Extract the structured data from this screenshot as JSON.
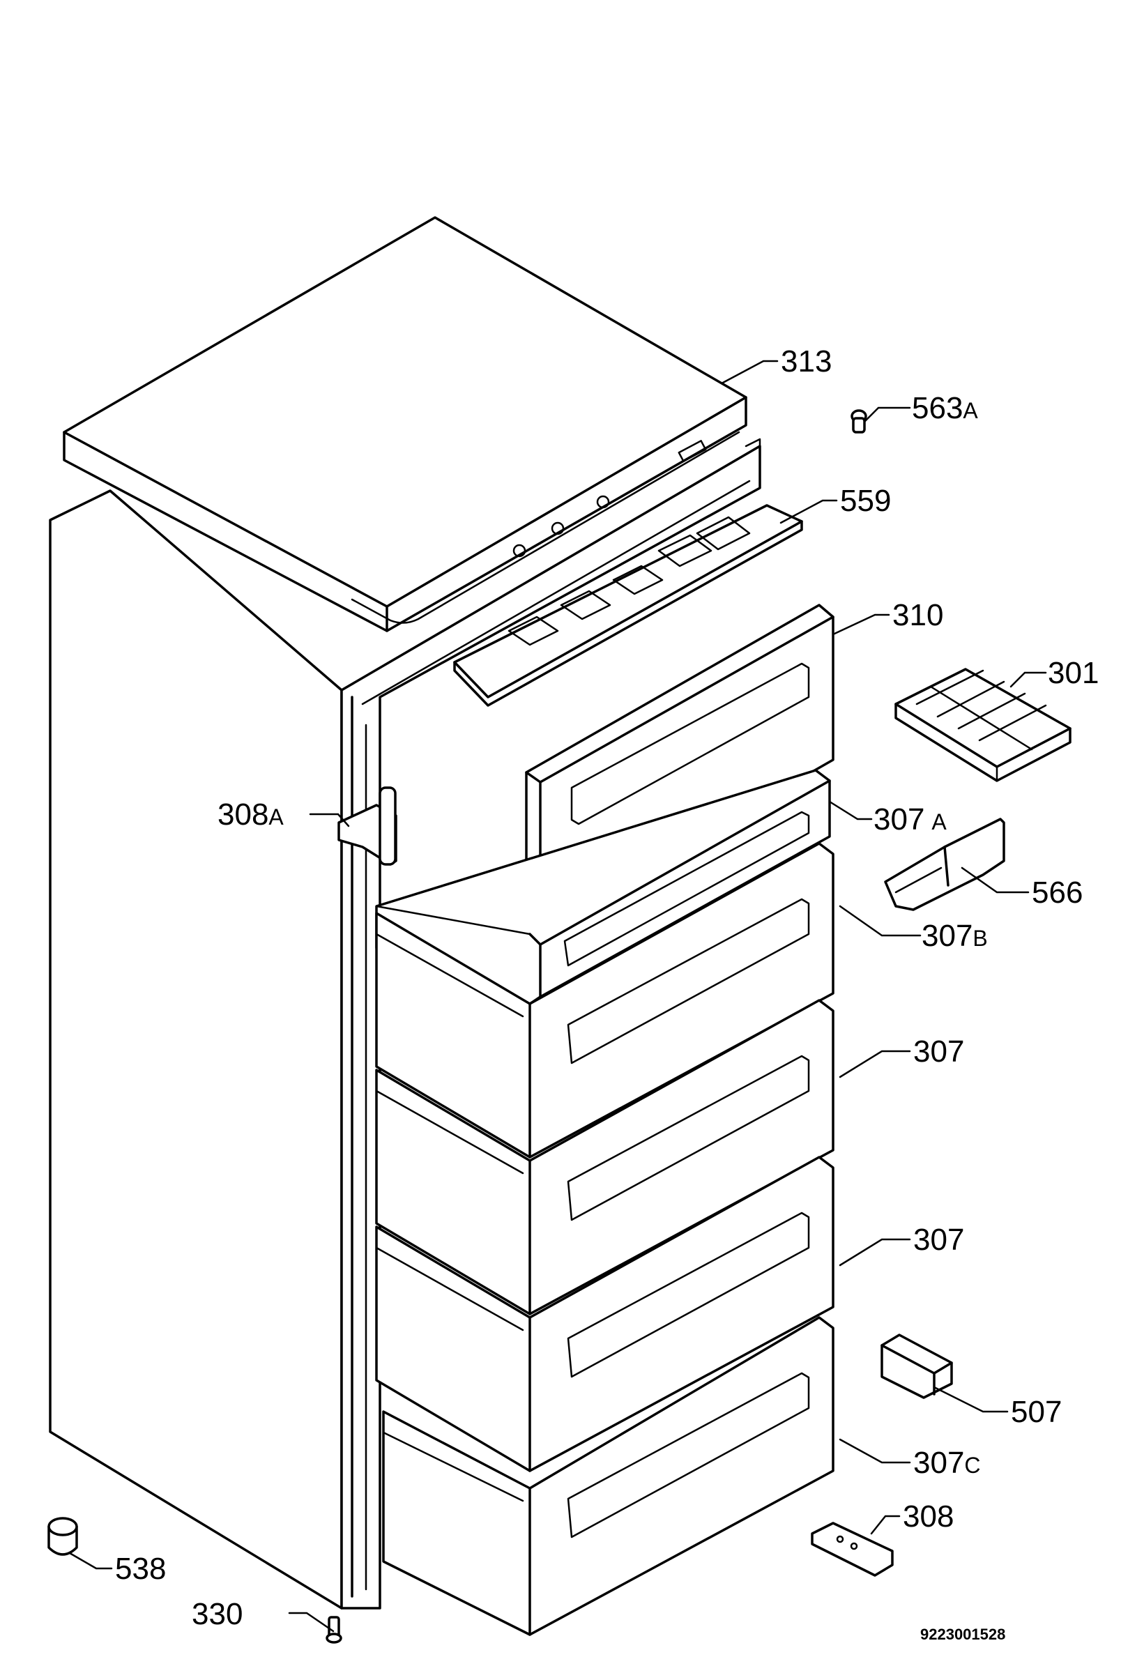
{
  "drawing_number": "9223001528",
  "parts": [
    {
      "id": "p313",
      "number": "313",
      "suffix": ""
    },
    {
      "id": "p563a",
      "number": "563",
      "suffix": "A"
    },
    {
      "id": "p559",
      "number": "559",
      "suffix": ""
    },
    {
      "id": "p310",
      "number": "310",
      "suffix": ""
    },
    {
      "id": "p301",
      "number": "301",
      "suffix": ""
    },
    {
      "id": "p308a",
      "number": "308",
      "suffix": "A"
    },
    {
      "id": "p307a",
      "number": "307",
      "suffix": "A"
    },
    {
      "id": "p566",
      "number": "566",
      "suffix": ""
    },
    {
      "id": "p307b",
      "number": "307",
      "suffix": "B"
    },
    {
      "id": "p307_1",
      "number": "307",
      "suffix": ""
    },
    {
      "id": "p307_2",
      "number": "307",
      "suffix": ""
    },
    {
      "id": "p507",
      "number": "507",
      "suffix": ""
    },
    {
      "id": "p307c",
      "number": "307",
      "suffix": "C"
    },
    {
      "id": "p308",
      "number": "308",
      "suffix": ""
    },
    {
      "id": "p538",
      "number": "538",
      "suffix": ""
    },
    {
      "id": "p330",
      "number": "330",
      "suffix": ""
    }
  ]
}
